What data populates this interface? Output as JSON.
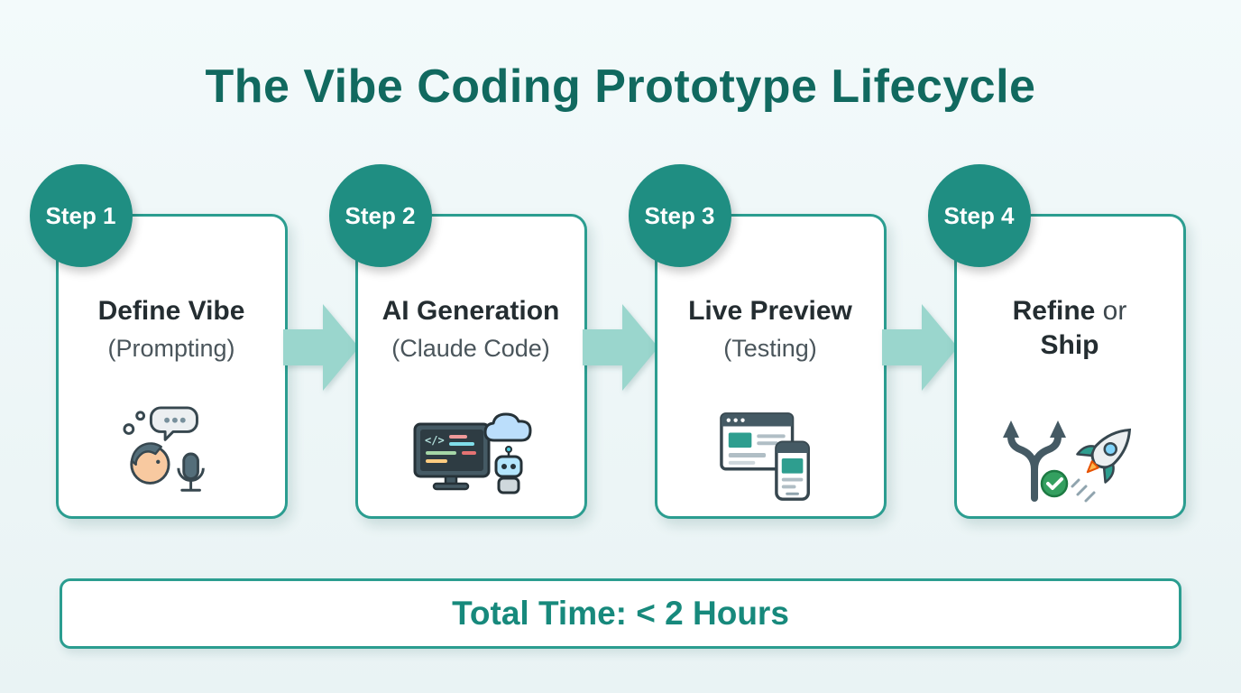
{
  "title": "The Vibe Coding Prototype Lifecycle",
  "steps": [
    {
      "badge": "Step 1",
      "title": "Define Vibe",
      "subtitle": "(Prompting)",
      "icon": "person-speech-mic-icon"
    },
    {
      "badge": "Step 2",
      "title": "AI Generation",
      "subtitle": "(Claude Code)",
      "icon": "monitor-robot-cloud-icon"
    },
    {
      "badge": "Step 3",
      "title": "Live Preview",
      "subtitle": "(Testing)",
      "icon": "browser-phone-icon"
    },
    {
      "badge": "Step 4",
      "title": "Refine",
      "conjunction": "or",
      "title2": "Ship",
      "icon": "branch-check-rocket-icon"
    }
  ],
  "footer": {
    "label": "Total Time: < 2 Hours"
  },
  "colors": {
    "background_top": "#f3fafb",
    "background_bottom": "#e9f3f4",
    "title_teal": "#11695f",
    "badge_teal": "#1f8e82",
    "card_border_teal": "#2b9d90",
    "arrow_teal": "#9ad6cd",
    "footer_text_teal": "#17897c",
    "heading_text": "#242d31",
    "subtitle_text": "#4a555b",
    "check_green": "#34a060"
  }
}
